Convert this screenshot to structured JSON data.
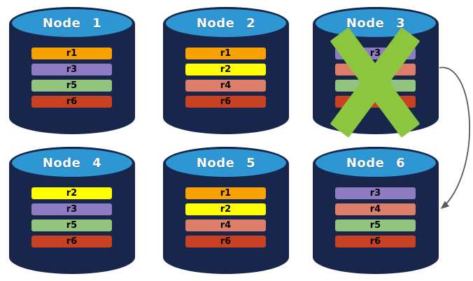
{
  "colors": {
    "background": "#FFFFFF",
    "cylinder_body": "#17264A",
    "cylinder_top": "#2E96D3",
    "node_title_text": "#FFFFFF",
    "bar_text": "#000000",
    "failure_x": "#8CC63E",
    "arrow": "#58595B"
  },
  "nodes": [
    {
      "label": "Node 1",
      "failed": false,
      "replicas": [
        {
          "label": "r1",
          "color": "#F9A100"
        },
        {
          "label": "r3",
          "color": "#8E7CC3"
        },
        {
          "label": "r5",
          "color": "#93C47D"
        },
        {
          "label": "r6",
          "color": "#C94123"
        }
      ]
    },
    {
      "label": "Node 2",
      "failed": false,
      "replicas": [
        {
          "label": "r1",
          "color": "#F9A100"
        },
        {
          "label": "r2",
          "color": "#FFFF00"
        },
        {
          "label": "r4",
          "color": "#DD7E6B"
        },
        {
          "label": "r6",
          "color": "#C94123"
        }
      ]
    },
    {
      "label": "Node 3",
      "failed": true,
      "replicas": [
        {
          "label": "r3",
          "color": "#8E7CC3"
        },
        {
          "label": "",
          "color": "#DD7E6B"
        },
        {
          "label": "",
          "color": "#93C47D"
        },
        {
          "label": "",
          "color": "#C94123"
        }
      ]
    },
    {
      "label": "Node 4",
      "failed": false,
      "replicas": [
        {
          "label": "r2",
          "color": "#FFFF00"
        },
        {
          "label": "r3",
          "color": "#8E7CC3"
        },
        {
          "label": "r5",
          "color": "#93C47D"
        },
        {
          "label": "r6",
          "color": "#C94123"
        }
      ]
    },
    {
      "label": "Node 5",
      "failed": false,
      "replicas": [
        {
          "label": "r1",
          "color": "#F9A100"
        },
        {
          "label": "r2",
          "color": "#FFFF00"
        },
        {
          "label": "r4",
          "color": "#DD7E6B"
        },
        {
          "label": "r6",
          "color": "#C94123"
        }
      ]
    },
    {
      "label": "Node 6",
      "failed": false,
      "replicas": [
        {
          "label": "r3",
          "color": "#8E7CC3"
        },
        {
          "label": "r4",
          "color": "#DD7E6B"
        },
        {
          "label": "r5",
          "color": "#93C47D"
        },
        {
          "label": "r6",
          "color": "#C94123"
        }
      ]
    }
  ],
  "arrow": {
    "from": "Node 3",
    "to": "Node 6"
  }
}
